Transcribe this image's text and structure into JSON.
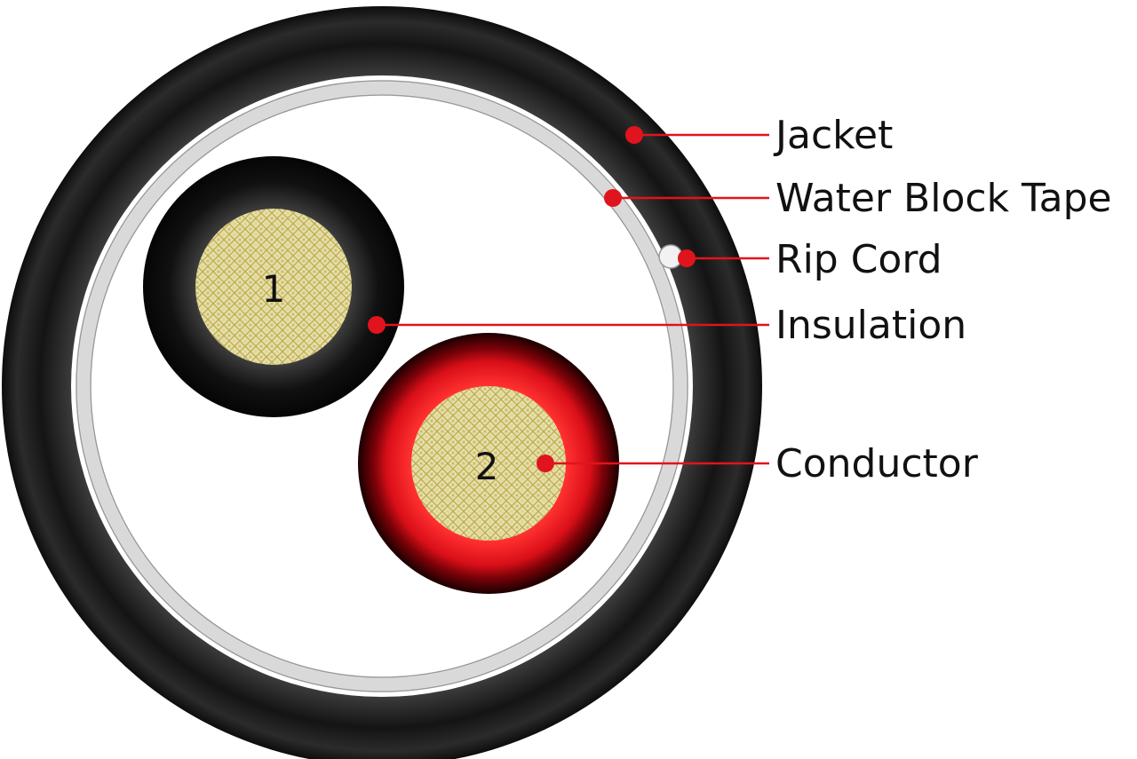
{
  "labels": {
    "jacket": "Jacket",
    "water_block_tape": "Water Block Tape",
    "rip_cord": "Rip Cord",
    "insulation": "Insulation",
    "conductor": "Conductor"
  },
  "cores": {
    "core_1": "1",
    "core_2": "2"
  },
  "colors": {
    "jacket": "#1f1f1f",
    "tape": "#f4f4f4",
    "core_1_insulation": "#222222",
    "core_2_insulation": "#e0141d",
    "conductor": "#d6ce98",
    "leader": "#e0141d"
  }
}
